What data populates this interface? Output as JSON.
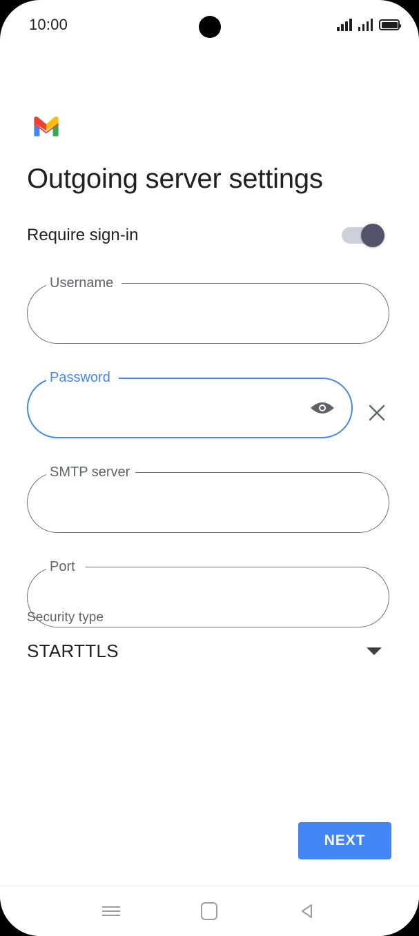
{
  "status_bar": {
    "time": "10:00",
    "signal_icon_1": "signal-bars-icon",
    "signal_icon_2": "signal-bars-icon",
    "battery_icon": "battery-full-icon",
    "camera": "front-camera-punch-hole"
  },
  "app": {
    "logo": "gmail-logo",
    "title": "Outgoing server settings"
  },
  "require_signin": {
    "label": "Require sign-in",
    "state": "on",
    "track_color": "#cdd0da",
    "thumb_color": "#55526b"
  },
  "fields": [
    {
      "name": "username",
      "label": "Username",
      "value": "",
      "placeholder": "",
      "focused": false,
      "type": "text"
    },
    {
      "name": "password",
      "label": "Password",
      "value": "",
      "placeholder": "",
      "focused": true,
      "type": "password",
      "trailing_icon": "visibility-eye-icon",
      "external_icon": "clear-x-icon"
    },
    {
      "name": "smtp_server",
      "label": "SMTP server",
      "value": "",
      "placeholder": "",
      "focused": false,
      "type": "text"
    },
    {
      "name": "port",
      "label": "Port",
      "value": "",
      "placeholder": "",
      "focused": false,
      "type": "number"
    }
  ],
  "security_type": {
    "label": "Security type",
    "value": "STARTTLS",
    "arrow_icon": "dropdown-triangle-icon"
  },
  "next_button": {
    "label": "NEXT",
    "color": "#4285f4",
    "text_color": "#ffffff"
  },
  "nav_bar": {
    "recents_icon": "recents-menu-icon",
    "home_icon": "home-square-icon",
    "back_icon": "back-triangle-icon"
  },
  "colors": {
    "accent": "#4285f4",
    "outline": "#6d6f76",
    "text_primary": "#202124",
    "text_secondary": "#5f6368",
    "background": "#ffffff"
  }
}
